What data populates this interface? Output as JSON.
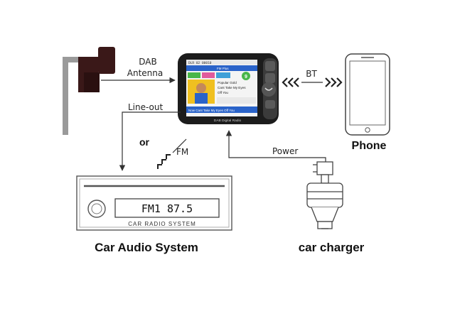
{
  "labels": {
    "dab_antenna_line1": "DAB",
    "dab_antenna_line2": "Antenna",
    "line_out": "Line-out",
    "or": "or",
    "fm": "FM",
    "bt": "BT",
    "power": "Power",
    "phone": "Phone",
    "car_audio_system": "Car Audio System",
    "car_charger": "car charger"
  },
  "radio": {
    "display": "FM1  87.5",
    "caption": "CAR RADIO SYSTEM"
  },
  "device": {
    "screen_header_left": "DLR 02 00010",
    "screen_header_mid": "FM Plus",
    "screen_badge": "9",
    "list_item_1": "Popular Gold",
    "list_item_2": "Cant Take My Eyes",
    "list_item_3": "Off You",
    "ticker": "Now Cant Take My Eyes Off You",
    "brand": "DAB Digital Radio"
  },
  "colors": {
    "stroke": "#333333",
    "device_body": "#1c1c1c",
    "screen_bg": "#f4f4f4",
    "screen_blue": "#2a63c9",
    "screen_green": "#49b649",
    "screen_pink": "#e05a9c",
    "antenna_mount": "#3a1818"
  }
}
